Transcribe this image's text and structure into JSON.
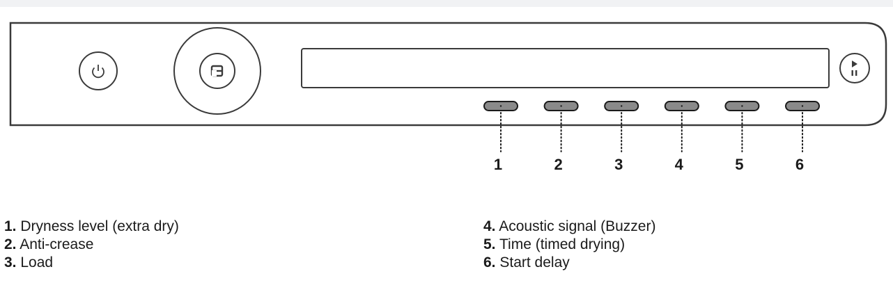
{
  "panel": {
    "power_icon": "power-icon",
    "program_icon": "program-dial-icon",
    "start_pause_icon": "play-pause-icon",
    "button_color": "#8a8a8a",
    "panel_bg": "#f1f2f4"
  },
  "callouts": [
    "1",
    "2",
    "3",
    "4",
    "5",
    "6"
  ],
  "legend": {
    "left": [
      {
        "num": "1.",
        "label": "Dryness level (extra dry)"
      },
      {
        "num": "2.",
        "label": "Anti-crease"
      },
      {
        "num": "3.",
        "label": "Load"
      }
    ],
    "right": [
      {
        "num": "4.",
        "label": "Acoustic signal (Buzzer)"
      },
      {
        "num": "5.",
        "label": "Time (timed drying)"
      },
      {
        "num": "6.",
        "label": "Start delay"
      }
    ]
  }
}
